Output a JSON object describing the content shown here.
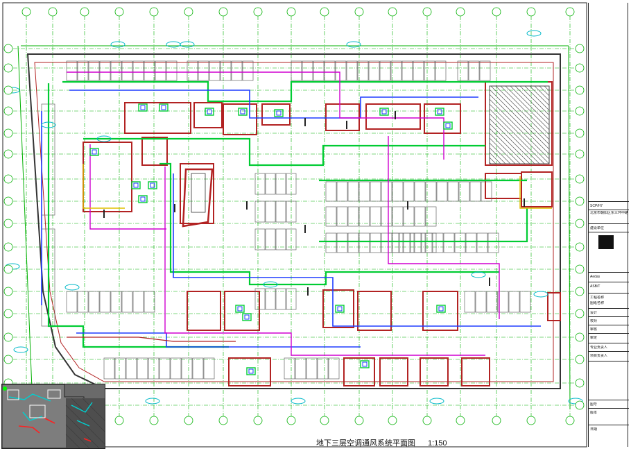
{
  "drawing": {
    "title": "地下三层空调通风系统平面图",
    "scale": "1:150"
  },
  "title_block": {
    "fields": [
      "SCP/H7",
      "北京市朝阳区东三环中路",
      "建设单位",
      "Aedas",
      "ASB/T",
      "工程名称",
      "图纸名称",
      "设计",
      "校对",
      "审核",
      "审定",
      "专业负责人",
      "项目负责人",
      "图号",
      "版本",
      "日期"
    ]
  },
  "colors": {
    "grid": "#00b000",
    "wall": "#b22222",
    "duct_green": "#00cc33",
    "duct_blue": "#1e3cff",
    "duct_magenta": "#d000d0",
    "cyan_text": "#00b8c8",
    "yellow": "#e0c000",
    "hatch": "#555555"
  }
}
